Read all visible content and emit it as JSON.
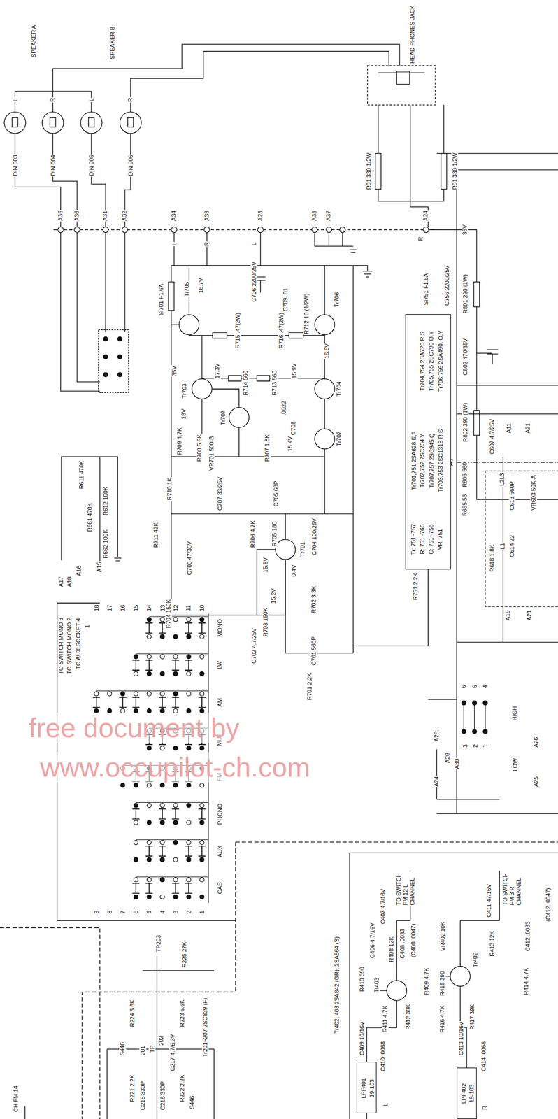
{
  "diagram": {
    "nodes": [
      {
        "text": [
          "Tr704,754 2SA720 R,S",
          "Tr705,755 2SC790 O,Y",
          "Tr706,756 2SA490, O,Y",
          "Tr701,751 2SA628 E,F",
          "Tr702,752 2SC734 Y",
          "Tr707,757 2SC945 Q",
          "Tr703,753 2SC1318 R,S",
          "Tr: 751~757",
          "R: 751~766",
          "C: 751~758",
          "VR: 751"
        ]
      },
      {
        "text": [
          "LPF401",
          "19-103"
        ]
      },
      {
        "text": [
          "LPF402",
          "19-103"
        ]
      }
    ],
    "labels": [
      "SPEAKER A",
      "SPEAKER B",
      "HEAD PHONES JACK",
      "L",
      "R",
      "L",
      "R",
      "DIN 003",
      "DIN 004",
      "DIN 005",
      "DIN 006",
      "R01 330 1/2W",
      "R01 330 1/2W",
      "A35",
      "A36",
      "A31",
      "A32",
      "A34",
      "A33",
      "A23",
      "A38",
      "A37",
      "A24",
      "L",
      "R",
      "L",
      "R",
      "35V",
      "R801 220 (1W)",
      "C802 470/35V",
      "R802 390 (1W)",
      "R605 560",
      "R655 56",
      "C607 4.7/25V",
      "A11",
      "A21",
      "A9",
      "Si701 F1.6A",
      "C706 2200/25V",
      "C709 .01",
      "R712 10 (1/2W)",
      "Si751 F1.6A",
      "C756 2200/25V",
      "Tr705",
      "16.7V",
      "Tr706",
      "16.6V",
      "R715 .47(2W)",
      "R716 .47(2W)",
      "35V",
      "Tr703",
      "17.3V",
      "18V",
      "R714 560",
      "R713 560",
      "15.9V",
      "Tr704",
      ".0022",
      "C708",
      "Tr707",
      "R709 4.7K",
      "R708 5.6K",
      "VR701 500-B",
      "R707 1.8K",
      "15.4V",
      "Tr702",
      "R710 1K",
      "C707 33/25V",
      "C705 68P",
      "R711 42K",
      "C703 47/35V",
      "R706 4.7K",
      "R705 180",
      "C704 100/25V",
      "15.8V",
      "0.4V",
      "Tr701",
      "15.2V",
      "R702 3.3K",
      "R704 150K",
      "R703 150K",
      "C702 4.7/25V",
      "C701 560P",
      "R701 2.2K",
      "R751 2.2K",
      "R612 100K",
      "R662 100K",
      "R611 470K",
      "R661 470K",
      "A17",
      "A18",
      "A16",
      "A15",
      "TO SWITCH MONO 3",
      "TO SWITCH MONO 2",
      "TO AUX SOCKET 4",
      "1",
      "18",
      "17",
      "16",
      "15",
      "14",
      "13",
      "12",
      "11",
      "10",
      "MONO",
      "LW",
      "AM",
      "MUT",
      "FM",
      "PHONO",
      "AUX",
      "CAS",
      "9",
      "8",
      "7",
      "6",
      "5",
      "4",
      "3",
      "2",
      "1",
      "free document by",
      "www.occupilot-ch.com",
      "HIGH",
      "LOW",
      "6",
      "5",
      "4",
      "3",
      "2",
      "1",
      "A28",
      "A29",
      "A30",
      "A24",
      "A26",
      "A25",
      "C613 560P",
      "VR603 50K-A",
      "L2L3",
      "C614 22",
      "L1",
      "R618 1.8K",
      "A19",
      "A21",
      "Tr402, 403 2SA842 (GR), 2SA564 (S)",
      "TO SWITCH FM 12 L CHANNEL",
      "TO SWITCH FM 3 R CHANNEL",
      "C407 4.7/16V",
      "C406 4.7/16V",
      "(C408 .0047)",
      "C408 .0033",
      "R408 12K",
      "R410 390",
      "Tr403",
      "VR402 10K",
      "Tr402",
      "R409 4.7K",
      "R415 390",
      "R413 12K",
      "C411 47/16V",
      "(C412 .0047)",
      "C412 .0033",
      "R414 4.7K",
      "R411 4.7K",
      "R412 39K",
      "R416 4.7K",
      "R417 39K",
      "C409 10/16V",
      "C410 .0068",
      "C413 10/16V",
      "C414 .0068",
      "L",
      "R",
      "Tr201~207 2SC839 (F)",
      "R225 27K",
      "TP203",
      "R224 5.6K",
      "R223 5.6K",
      "201",
      "TP",
      "202",
      "C217 4.7/6.3V",
      "S446",
      "R221 2.2K",
      "C215 330P",
      "C216 330P",
      "R222 2.2K",
      "S446",
      "CH FM 14"
    ]
  }
}
